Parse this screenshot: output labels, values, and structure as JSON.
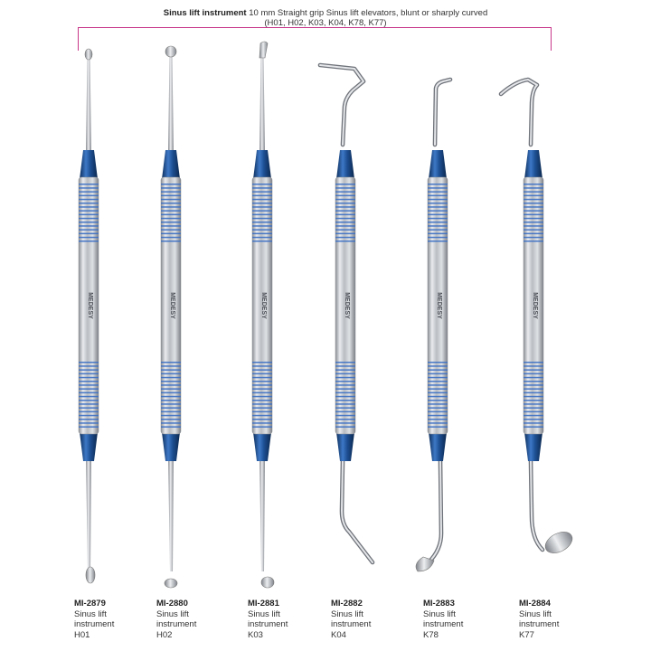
{
  "header": {
    "title_bold": "Sinus lift instrument",
    "title_rest": "10 mm Straight grip Sinus lift elevators, blunt or sharply curved",
    "codes_line": "(H01, H02, K03, K04, K78, K77)"
  },
  "brand": "MEDESY",
  "colors": {
    "bracket": "#c8378a",
    "collar": "#1c4f8c",
    "ring": "#3a6ec4",
    "steel": "#c3c6ca"
  },
  "instruments": [
    {
      "code": "MI-2879",
      "name_line1": "Sinus lift",
      "name_line2": "instrument",
      "model": "H01"
    },
    {
      "code": "MI-2880",
      "name_line1": "Sinus lift",
      "name_line2": "instrument",
      "model": "H02"
    },
    {
      "code": "MI-2881",
      "name_line1": "Sinus lift",
      "name_line2": "instrument",
      "model": "K03"
    },
    {
      "code": "MI-2882",
      "name_line1": "Sinus lift",
      "name_line2": "instrument",
      "model": "K04"
    },
    {
      "code": "MI-2883",
      "name_line1": "Sinus lift",
      "name_line2": "instrument",
      "model": "K78"
    },
    {
      "code": "MI-2884",
      "name_line1": "Sinus lift",
      "name_line2": "instrument",
      "model": "K77"
    }
  ]
}
